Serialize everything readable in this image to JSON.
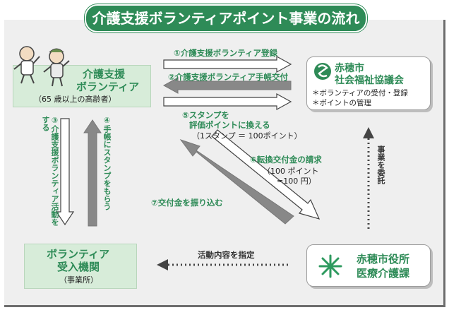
{
  "title": "介護支援ボランティアポイント事業の流れ",
  "volunteer": {
    "name_line1": "介護支援",
    "name_line2": "ボランティア",
    "note": "（65 歳以上の高齢者）"
  },
  "council": {
    "name_line1": "赤穂市",
    "name_line2": "社会福祉協議会",
    "task1": "＊ボランティアの受付・登録",
    "task2": "＊ポイントの管理"
  },
  "facility": {
    "name_line1": "ボランティア",
    "name_line2": "受入機関",
    "note": "（事業所）"
  },
  "city": {
    "name_line1": "赤穂市役所",
    "name_line2": "医療介護課"
  },
  "steps": {
    "s1": "①介護支援ボランティア登録",
    "s2": "②介護支援ボランティア手帳交付",
    "s3_vertical": "③介護支援ボランティア活動をする",
    "s4_vertical": "④手帳にスタンプをもらう",
    "s5_line1": "⑤スタンプを",
    "s5_line2": "評価ポイントに換える",
    "s5_line3": "（1スタンプ ＝ 100ポイント）",
    "s6_line1": "⑥転換交付金の請求",
    "s6_line2": "（100 ポイント",
    "s6_line3": "=100 円）",
    "s7": "⑦交付金を振り込む",
    "activity": "活動内容を指定",
    "delegate_vertical": "事業を委託"
  }
}
